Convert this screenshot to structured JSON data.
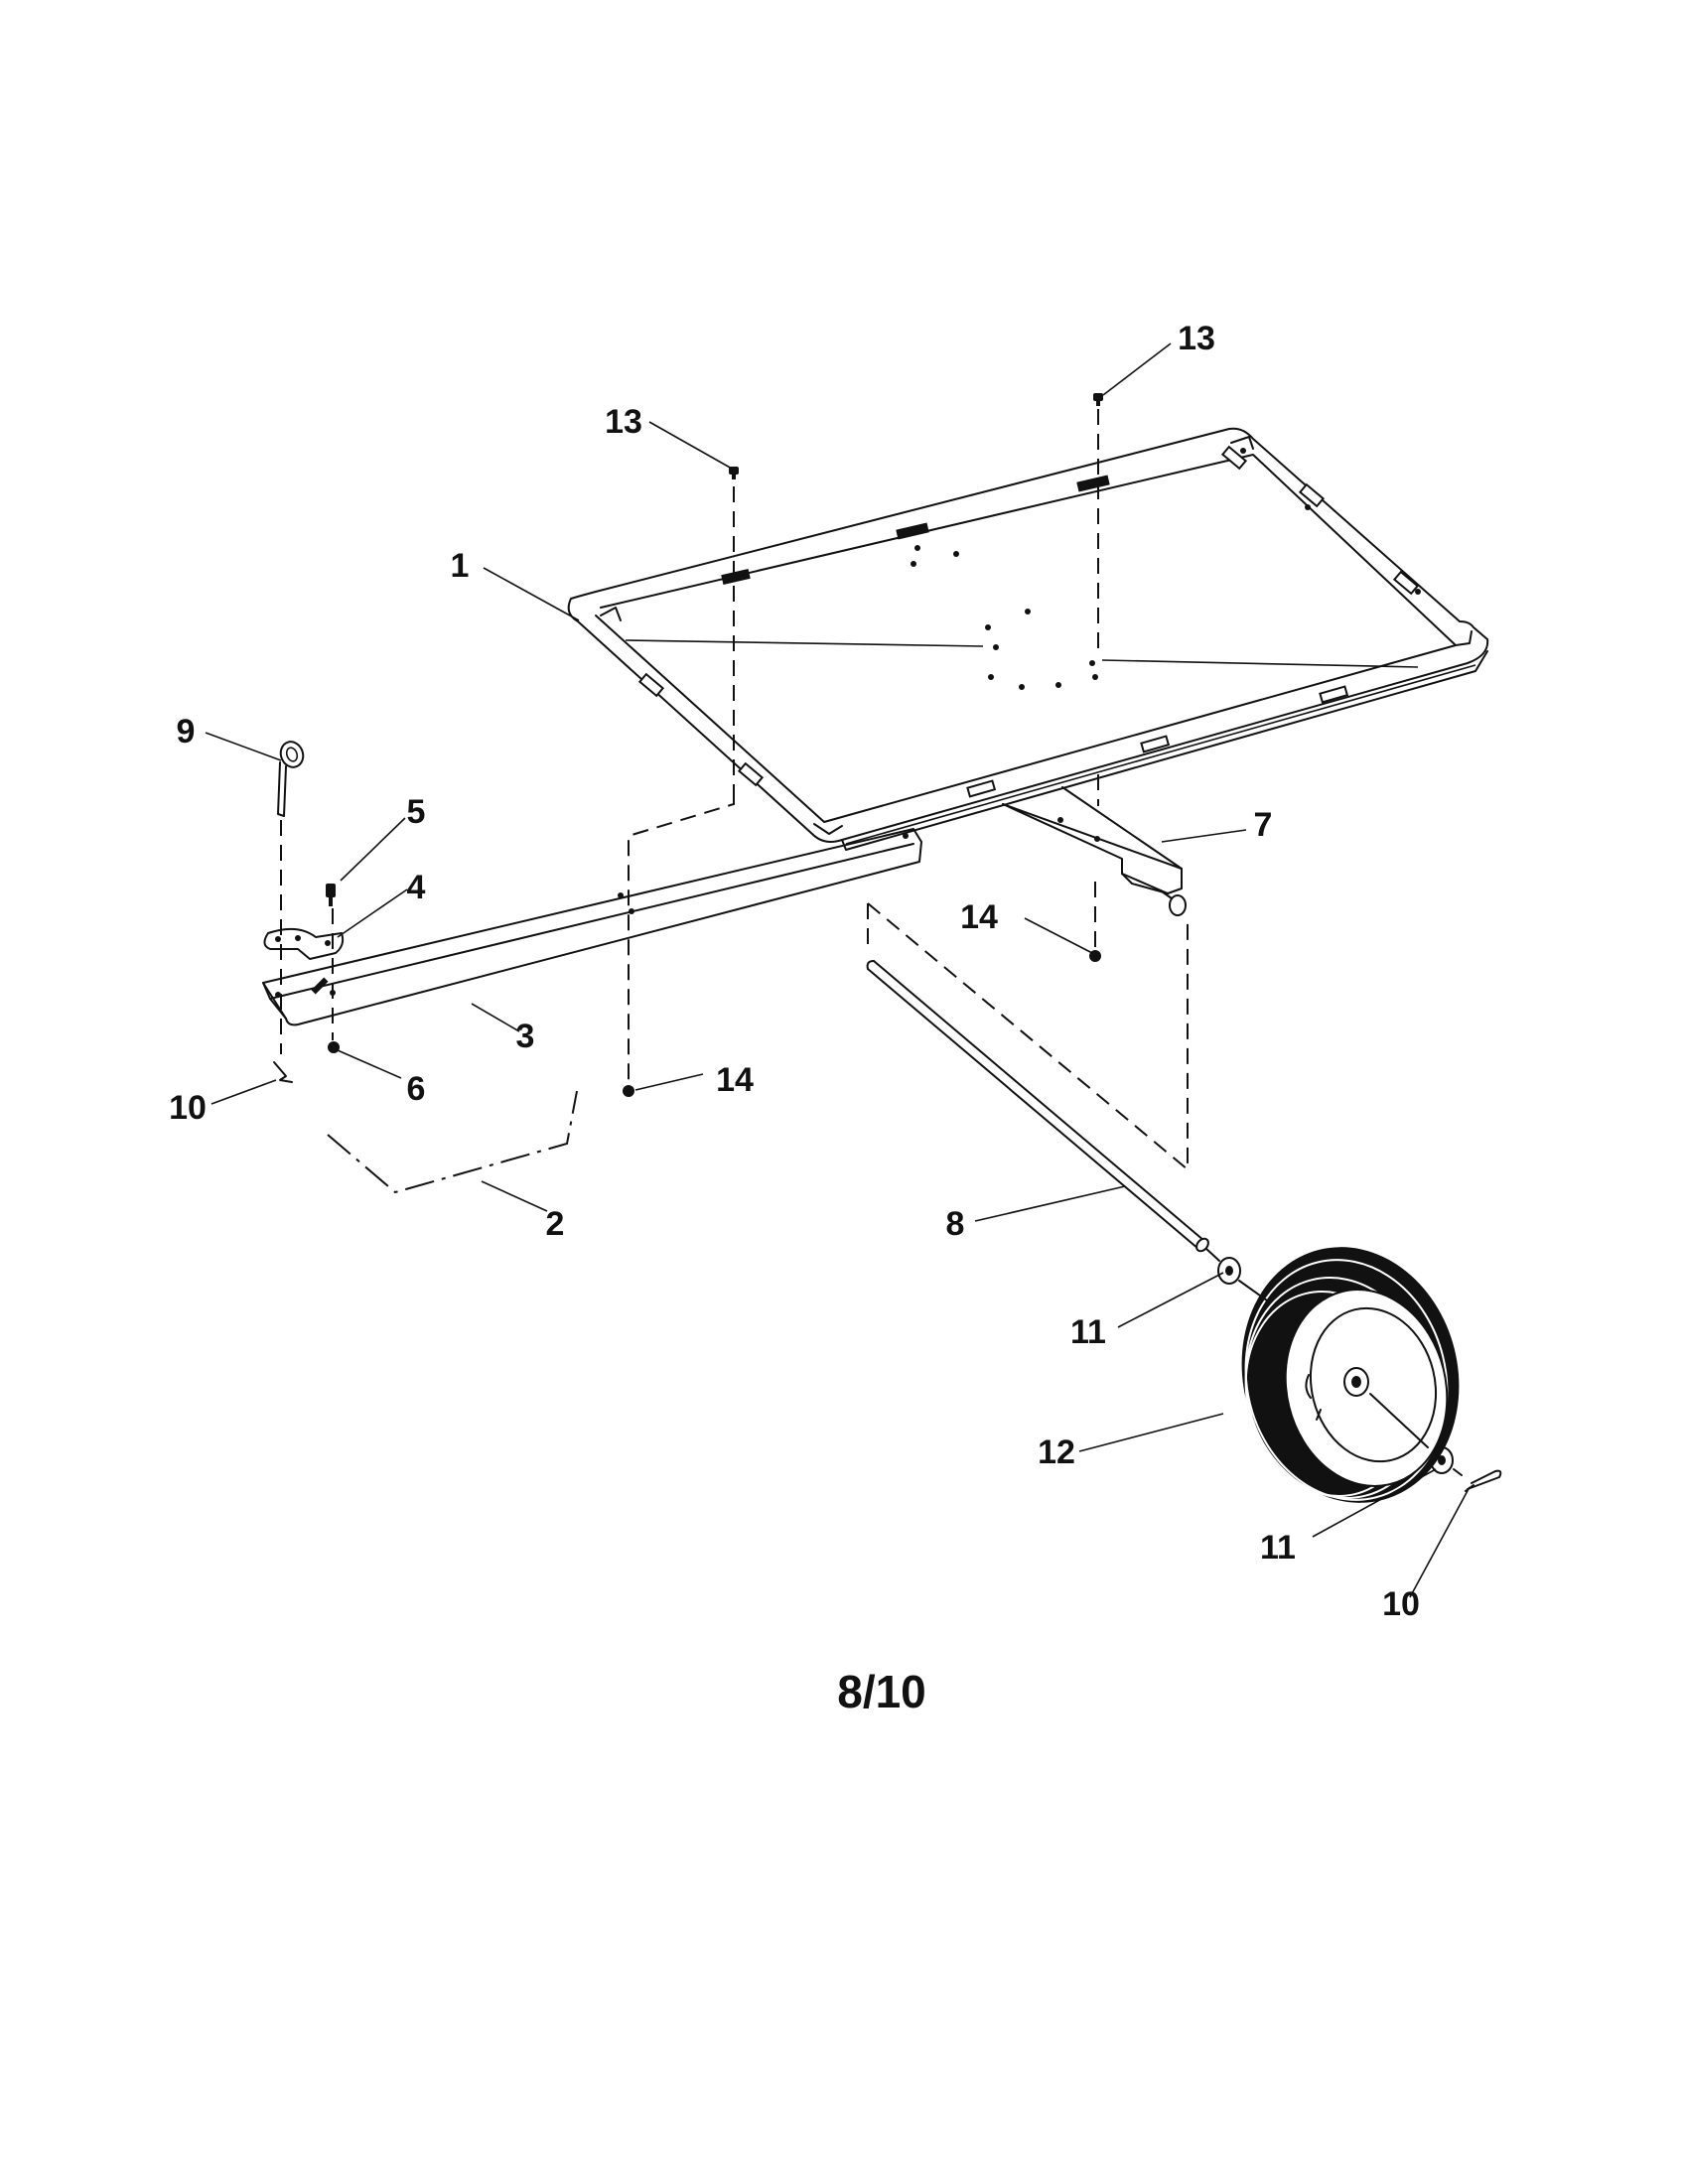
{
  "callouts": [
    {
      "id": "c1",
      "label": "1"
    },
    {
      "id": "c2",
      "label": "2"
    },
    {
      "id": "c3",
      "label": "3"
    },
    {
      "id": "c4",
      "label": "4"
    },
    {
      "id": "c5",
      "label": "5"
    },
    {
      "id": "c6",
      "label": "6"
    },
    {
      "id": "c7",
      "label": "7"
    },
    {
      "id": "c8",
      "label": "8"
    },
    {
      "id": "c9",
      "label": "9"
    },
    {
      "id": "c10a",
      "label": "10"
    },
    {
      "id": "c10b",
      "label": "10"
    },
    {
      "id": "c11a",
      "label": "11"
    },
    {
      "id": "c11b",
      "label": "11"
    },
    {
      "id": "c12",
      "label": "12"
    },
    {
      "id": "c13a",
      "label": "13"
    },
    {
      "id": "c13b",
      "label": "13"
    },
    {
      "id": "c14a",
      "label": "14"
    },
    {
      "id": "c14b",
      "label": "14"
    }
  ],
  "page_number": "8/10"
}
